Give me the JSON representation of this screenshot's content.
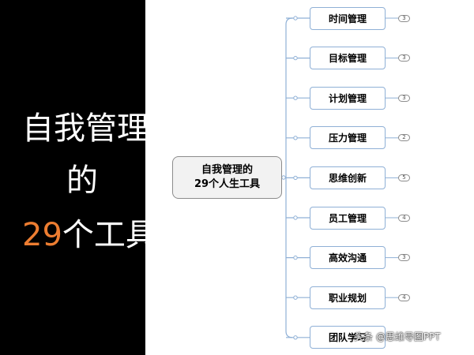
{
  "title": {
    "line1": "自我管理",
    "line2": "的",
    "line3_number": "29",
    "line3_rest": "个工具"
  },
  "center": {
    "line1": "自我管理的",
    "line2": "29个人生工具"
  },
  "branches": [
    {
      "label": "时间管理",
      "count": "3"
    },
    {
      "label": "目标管理",
      "count": "3"
    },
    {
      "label": "计划管理",
      "count": "3"
    },
    {
      "label": "压力管理",
      "count": "2"
    },
    {
      "label": "思维创新",
      "count": "5"
    },
    {
      "label": "员工管理",
      "count": "4"
    },
    {
      "label": "高效沟通",
      "count": "3"
    },
    {
      "label": "职业规划",
      "count": "4"
    },
    {
      "label": "团队学习",
      "count": ""
    }
  ],
  "watermark": "头条 @思维导图PPT",
  "colors": {
    "accent": "#ed7d31",
    "panel": "#000000",
    "branch_border": "#8fb0d6",
    "connector": "#8fb0d6"
  }
}
